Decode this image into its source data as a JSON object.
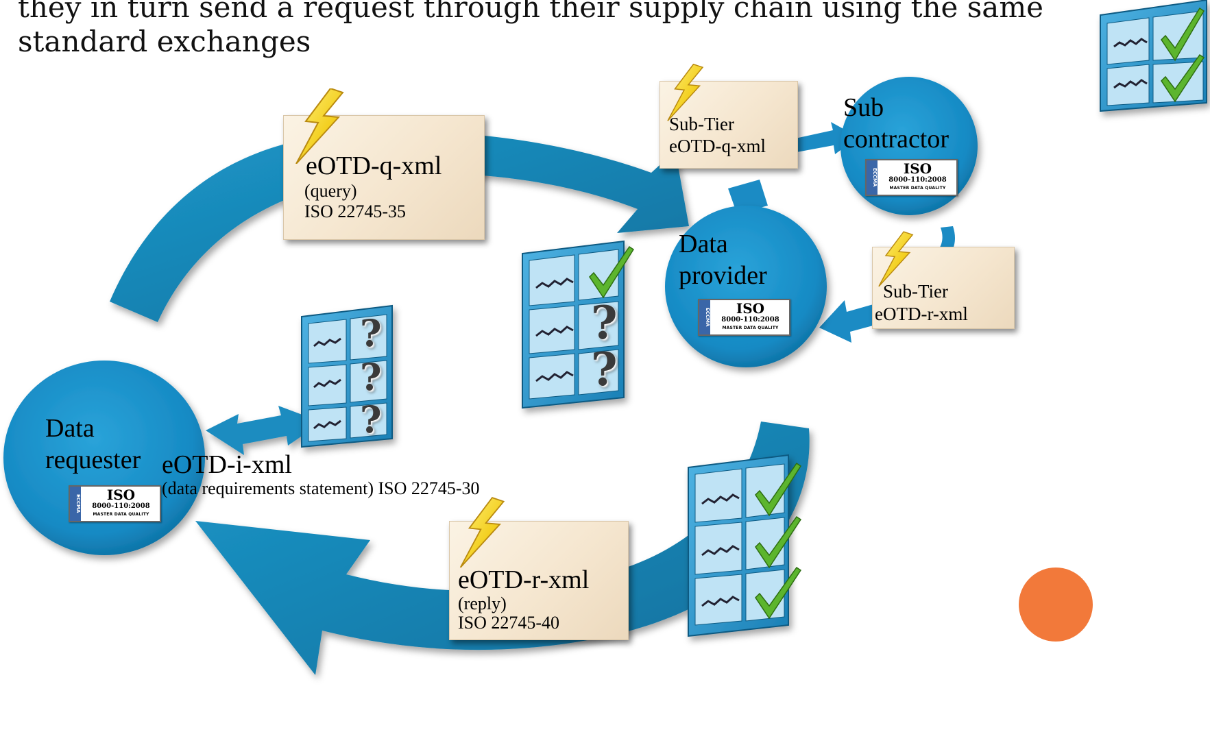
{
  "header": {
    "text": "they in turn send a request through their supply chain using the same standard exchanges"
  },
  "nodes": {
    "data_requester": "Data\nrequester",
    "data_provider": "Data\nprovider",
    "sub_contractor": "Sub\ncontractor"
  },
  "iso_badge": {
    "big": "ISO",
    "mid": "8000-110:2008",
    "small": "MASTER DATA QUALITY",
    "side": "ECCMA"
  },
  "messages": {
    "query": {
      "title": "eOTD-q-xml",
      "line1": "(query)",
      "line2": "ISO 22745-35"
    },
    "reply": {
      "title": "eOTD-r-xml",
      "line1": "(reply)",
      "line2": "ISO 22745-40"
    },
    "identification": {
      "title": "eOTD-i-xml",
      "line1": "(data requirements statement) ISO 22745-30"
    },
    "subtier_query": {
      "line1": "Sub-Tier",
      "line2": "eOTD-q-xml"
    },
    "subtier_reply": {
      "line1": "Sub-Tier",
      "line2": "eOTD-r-xml"
    }
  },
  "form_marks": {
    "question": "?",
    "check": "✓"
  },
  "colors": {
    "node_blue": "#1b8bc4",
    "arrow_blue": "#1a8ab8",
    "card_cream": "#f7ead6",
    "check_green": "#59b32a",
    "bolt_yellow": "#f2cf1e",
    "accent_orange": "#f2793a"
  }
}
